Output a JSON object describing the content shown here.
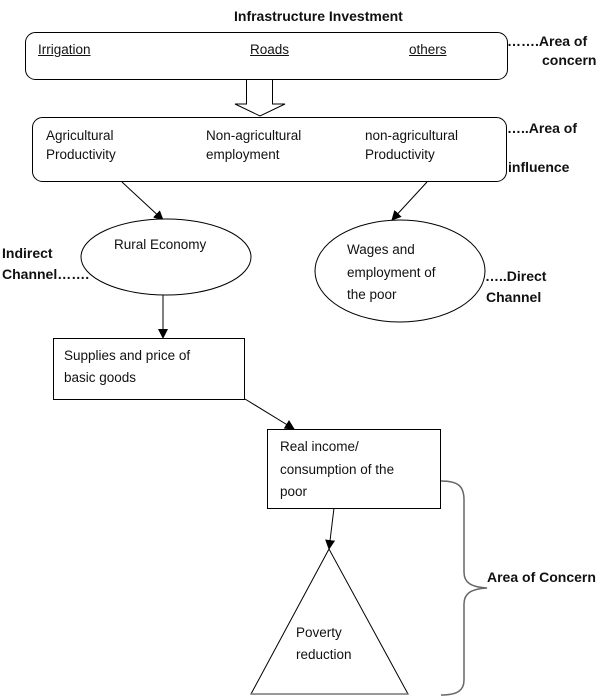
{
  "title": "Infrastructure Investment",
  "investment_box": {
    "items": [
      "Irrigation",
      "Roads",
      "others"
    ]
  },
  "influence_box": {
    "items": [
      [
        "Agricultural",
        "Productivity"
      ],
      [
        "Non-agricultural",
        "employment"
      ],
      [
        "non-agricultural",
        "Productivity"
      ]
    ]
  },
  "side_labels": {
    "area_of_concern_top": [
      "…….Area of",
      "concern"
    ],
    "area_of_influence": [
      "…..Area of",
      "influence"
    ],
    "indirect_channel": [
      "Indirect",
      "Channel……."
    ],
    "direct_channel": [
      "…..Direct",
      "Channel"
    ],
    "area_of_concern_bottom": "Area of Concern"
  },
  "nodes": {
    "rural_economy": "Rural Economy",
    "wages": [
      "Wages and",
      "employment  of",
      "the  poor"
    ],
    "supplies": [
      "Supplies and price of",
      "basic goods"
    ],
    "real_income": [
      "Real income/",
      "consumption  of the",
      "poor"
    ],
    "poverty": [
      "Poverty",
      "reduction"
    ]
  }
}
